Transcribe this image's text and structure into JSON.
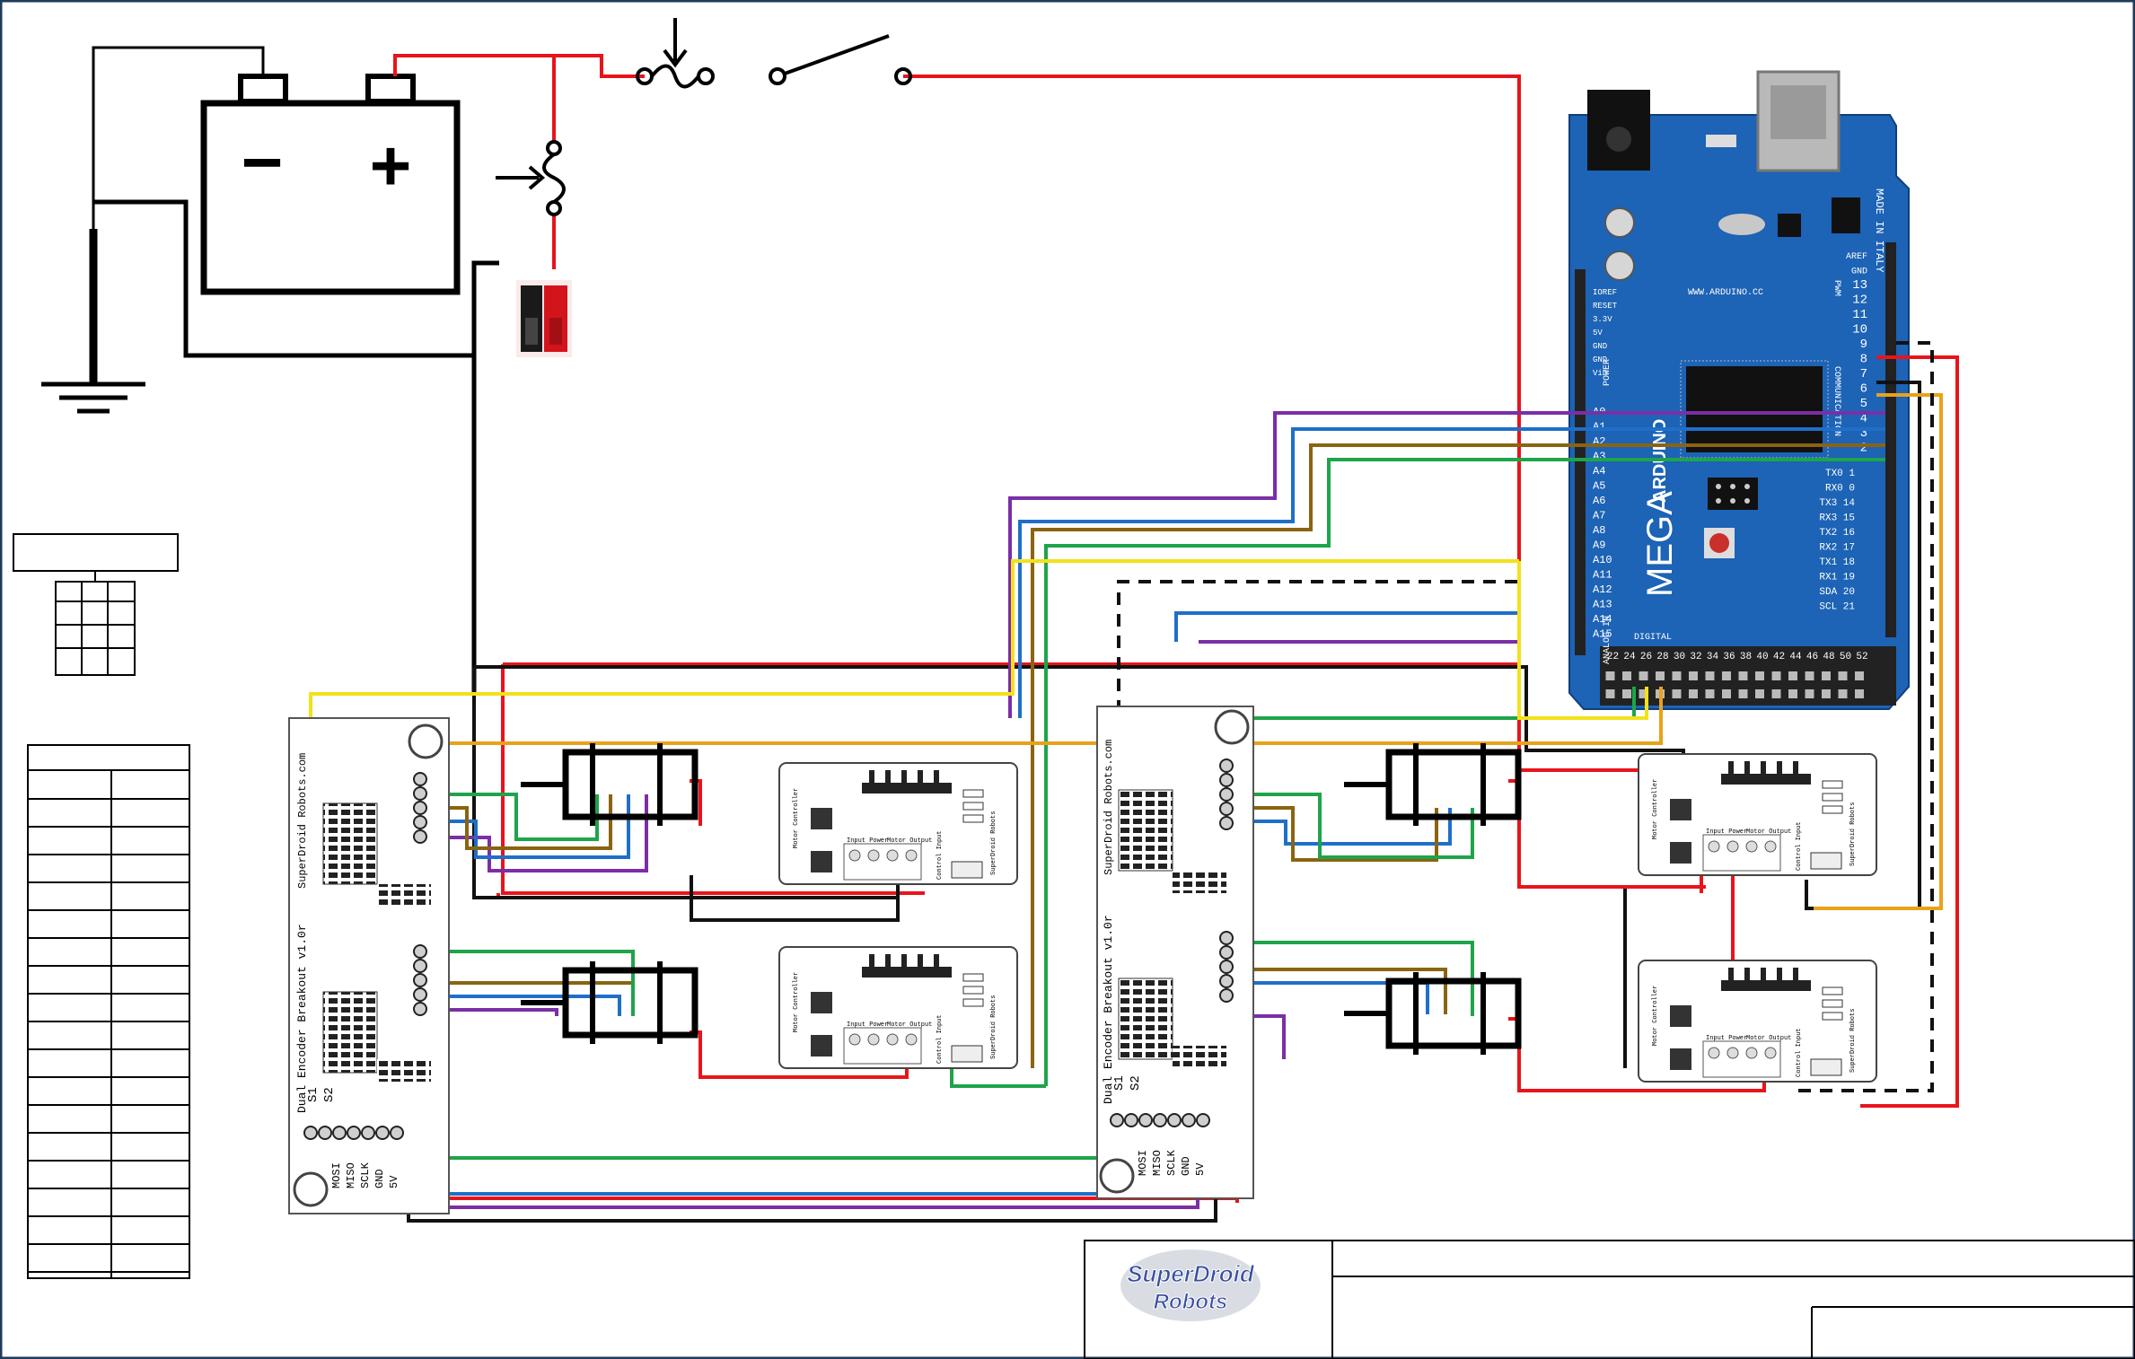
{
  "battery": {
    "minus": "−",
    "plus": "+"
  },
  "arduino": {
    "name": "ARDUINO",
    "model": "MEGA",
    "made_in": "MADE IN ITALY",
    "site": "WWW.ARDUINO.CC",
    "communication": "COMMUNICATION",
    "power": "POWER",
    "analog_in": "ANALOG IN",
    "digital": "DIGITAL",
    "pwm": "PWM",
    "power_pins": [
      "IOREF",
      "RESET",
      "3.3V",
      "5V",
      "GND",
      "GND",
      "Vin"
    ],
    "analog_pins": [
      "A0",
      "A1",
      "A2",
      "A3",
      "A4",
      "A5",
      "A6",
      "A7",
      "A8",
      "A9",
      "A10",
      "A11",
      "A12",
      "A13",
      "A14",
      "A15"
    ],
    "digital_top": [
      "AREF",
      "GND",
      "13",
      "12",
      "11",
      "10",
      "9",
      "8",
      "7",
      "6",
      "5",
      "4",
      "3",
      "2"
    ],
    "comm_pins": [
      "TX0 1",
      "RX0 0",
      "TX3 14",
      "RX3 15",
      "TX2 16",
      "RX2 17",
      "TX1 18",
      "RX1 19",
      "SDA 20",
      "SCL 21"
    ],
    "header_pins": [
      "52",
      "50",
      "48",
      "46",
      "44",
      "42",
      "40",
      "38",
      "36",
      "34",
      "32",
      "30",
      "28",
      "26",
      "24",
      "22"
    ]
  },
  "encoder_boards": [
    {
      "label": "Dual Encoder Breakout v1.0r",
      "brand": "SuperDroid Robots.com",
      "spi_pins": [
        "MOSI",
        "MISO",
        "SCLK",
        "GND",
        "5V"
      ],
      "channels": [
        "S1",
        "S2"
      ]
    },
    {
      "label": "Dual Encoder Breakout v1.0r",
      "brand": "SuperDroid Robots.com",
      "spi_pins": [
        "MOSI",
        "MISO",
        "SCLK",
        "GND",
        "5V"
      ],
      "channels": [
        "S1",
        "S2"
      ]
    }
  ],
  "motor_controller": {
    "title": "Motor Controller",
    "input_power": "Input Power",
    "motor_output": "Motor Output",
    "control_input": "Control Input",
    "brand": "SuperDroid Robots"
  },
  "logo": {
    "line1": "SuperDroid",
    "line2": "Robots"
  },
  "colors": {
    "power": "#e8141c",
    "ground": "#111111",
    "purple": "#7a2fa6",
    "blue": "#1f6fc9",
    "brown": "#8a6410",
    "green": "#1ea44a",
    "yellow": "#f2e11b",
    "orange": "#e8a21a",
    "board": "#1d63b6"
  }
}
